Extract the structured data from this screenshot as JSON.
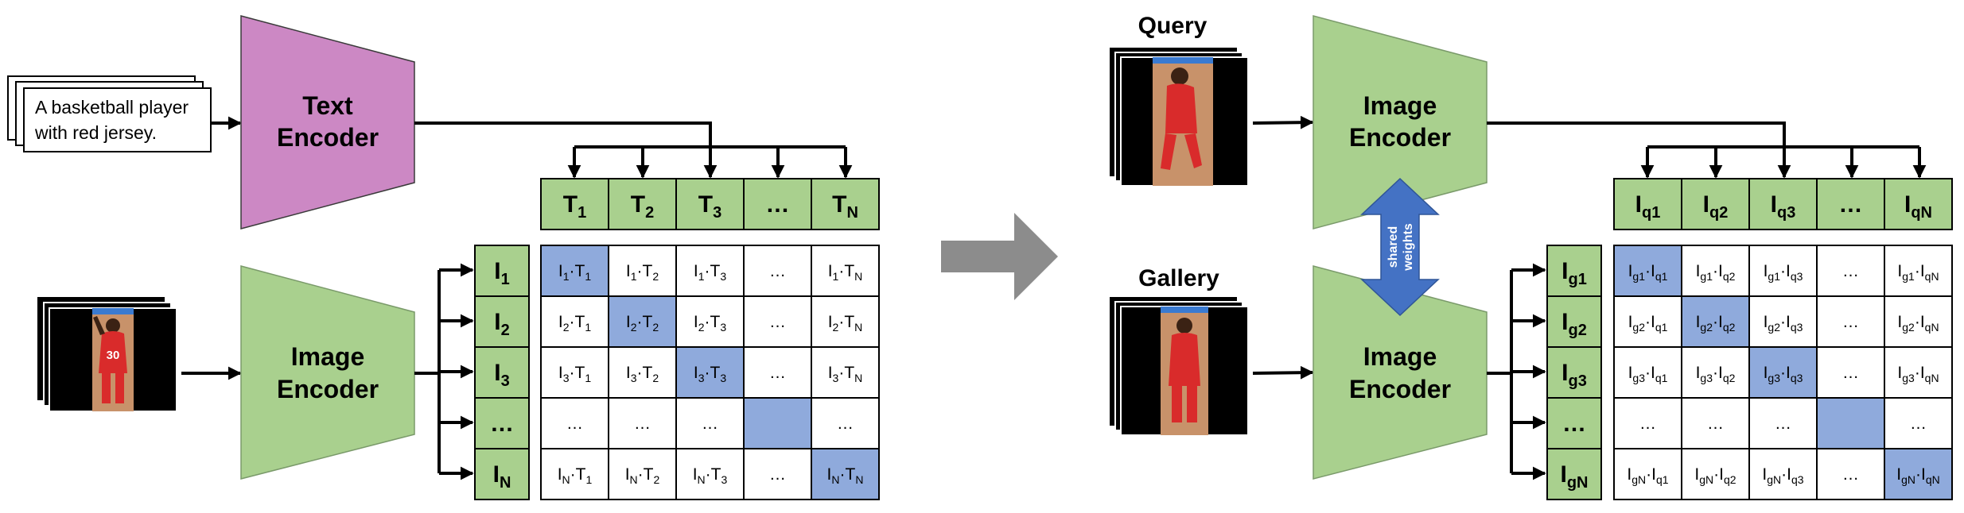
{
  "colors": {
    "text_encoder": "#cc88c4",
    "image_encoder": "#a9d08e",
    "feature_box": "#a9d08e",
    "highlight": "#8faadc",
    "shared_arrow": "#4472c4",
    "big_arrow": "#8c8c8c",
    "jersey": "#d92b2b",
    "photo_bg": "#c8926a"
  },
  "left": {
    "caption_line1": "A basketball player",
    "caption_line2": "with red jersey.",
    "text_encoder_line1": "Text",
    "text_encoder_line2": "Encoder",
    "image_encoder_line1": "Image",
    "image_encoder_line2": "Encoder",
    "jersey_number": "30",
    "col_headers": [
      {
        "base": "T",
        "sub": "1"
      },
      {
        "base": "T",
        "sub": "2"
      },
      {
        "base": "T",
        "sub": "3"
      },
      {
        "base": "…",
        "sub": ""
      },
      {
        "base": "T",
        "sub": "N"
      }
    ],
    "row_headers": [
      {
        "base": "I",
        "sub": "1"
      },
      {
        "base": "I",
        "sub": "2"
      },
      {
        "base": "I",
        "sub": "3"
      },
      {
        "base": "…",
        "sub": ""
      },
      {
        "base": "I",
        "sub": "N"
      }
    ],
    "matrix": [
      [
        "I₁·T₁",
        "I₁·T₂",
        "I₁·T₃",
        "…",
        "I₁·T_N"
      ],
      [
        "I₂·T₁",
        "I₂·T₂",
        "I₂·T₃",
        "…",
        "I₂·T_N"
      ],
      [
        "I₃·T₁",
        "I₃·T₂",
        "I₃·T₃",
        "…",
        "I₃·T_N"
      ],
      [
        "…",
        "…",
        "…",
        "",
        "…"
      ],
      [
        "I_N·T₁",
        "I_N·T₂",
        "I_N·T₃",
        "…",
        "I_N·T_N"
      ]
    ]
  },
  "right": {
    "query_label": "Query",
    "gallery_label": "Gallery",
    "encoder_line1": "Image",
    "encoder_line2": "Encoder",
    "shared_line1": "shared",
    "shared_line2": "weights",
    "col_headers": [
      {
        "base": "I",
        "sub": "q1"
      },
      {
        "base": "I",
        "sub": "q2"
      },
      {
        "base": "I",
        "sub": "q3"
      },
      {
        "base": "…",
        "sub": ""
      },
      {
        "base": "I",
        "sub": "qN"
      }
    ],
    "row_headers": [
      {
        "base": "I",
        "sub": "g1"
      },
      {
        "base": "I",
        "sub": "g2"
      },
      {
        "base": "I",
        "sub": "g3"
      },
      {
        "base": "…",
        "sub": ""
      },
      {
        "base": "I",
        "sub": "gN"
      }
    ],
    "matrix": [
      [
        "I_g1·I_q1",
        "I_g1·I_q2",
        "I_g1·I_q3",
        "…",
        "I_g1·I_qN"
      ],
      [
        "I_g2·I_q1",
        "I_g2·I_q2",
        "I_g2·I_q3",
        "…",
        "I_g2·I_qN"
      ],
      [
        "I_g3·I_q1",
        "I_g3·I_q2",
        "I_g3·I_q3",
        "…",
        "I_g3·I_qN"
      ],
      [
        "…",
        "…",
        "…",
        "",
        "…"
      ],
      [
        "I_gN·I_q1",
        "I_gN·I_q2",
        "I_gN·I_q3",
        "…",
        "I_gN·I_qN"
      ]
    ]
  }
}
